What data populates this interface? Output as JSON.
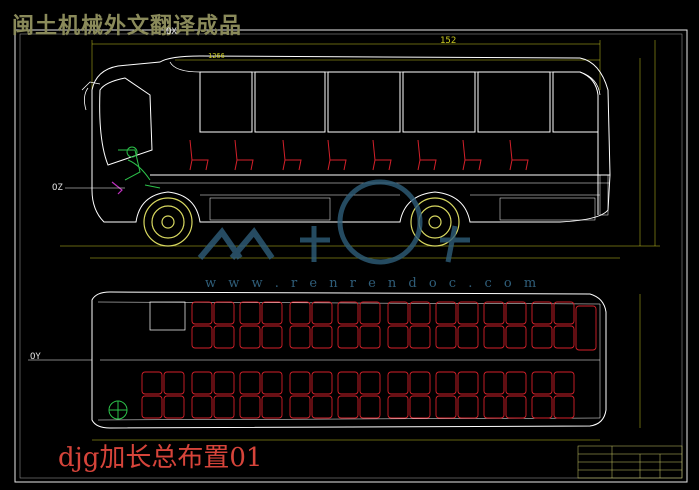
{
  "header": {
    "title": "闽土机械外文翻译成品"
  },
  "caption": {
    "text": "djg加长总布置01"
  },
  "watermark": {
    "text": "w w w . r e n r e n d o c . c o m"
  },
  "labels": {
    "side_ox": "OX",
    "side_oz": "OZ",
    "plan_oy": "OY",
    "dim_top": "152",
    "dim_sub": "1266"
  },
  "colors": {
    "background": "#000000",
    "frame": "#e8e8e8",
    "body_line": "#ffffff",
    "dimension": "#c8c820",
    "seat": "#d4202a",
    "wheel": "#d8d860",
    "mechanism": "#2cc24a",
    "accent": "#c030c0",
    "caption": "#d6443a",
    "header": "#8a8a5a"
  },
  "icons": {
    "watermark_logo": "renrendoc-logo-icon",
    "steering_wheel": "steering-wheel-icon",
    "wheel": "wheel-icon"
  }
}
